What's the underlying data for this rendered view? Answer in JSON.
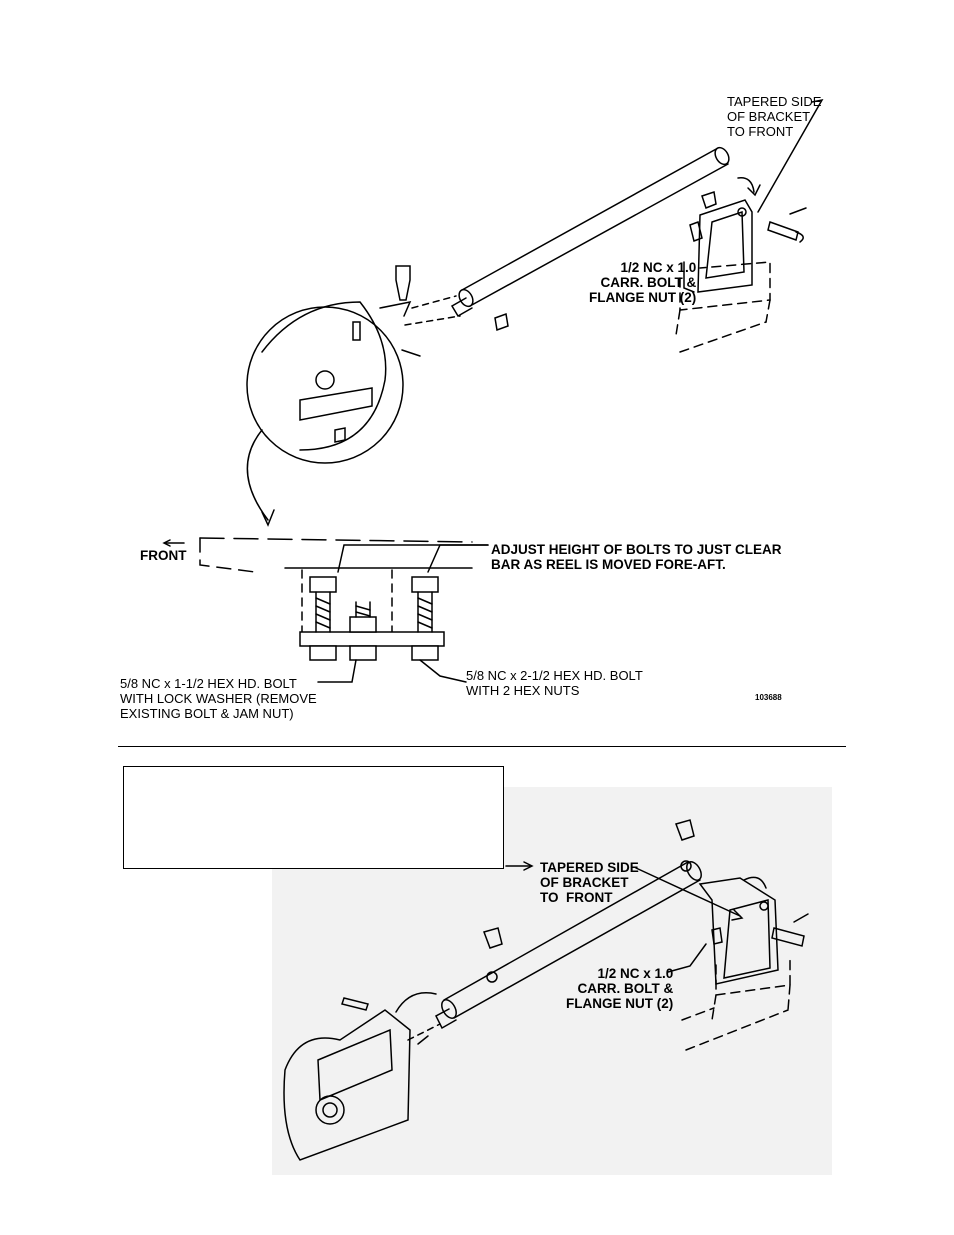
{
  "upper_figure": {
    "tapered_side": "TAPERED SIDE\nOF BRACKET\nTO FRONT",
    "carr_bolt": "1/2 NC x 1.0\nCARR. BOLT &\nFLANGE NUT (2)",
    "front": "FRONT",
    "adjust_height": "ADJUST HEIGHT OF BOLTS TO JUST CLEAR\nBAR AS REEL IS MOVED FORE-AFT.",
    "bolt_short": "5/8 NC x 1-1/2 HEX HD. BOLT\nWITH LOCK WASHER (REMOVE\nEXISTING BOLT & JAM NUT)",
    "bolt_long": "5/8 NC x 2-1/2 HEX HD. BOLT\nWITH 2 HEX NUTS",
    "part_number": "103688"
  },
  "lower_figure": {
    "tapered_side": "TAPERED SIDE\nOF BRACKET\nTO  FRONT",
    "carr_bolt": "1/2 NC x 1.0\nCARR. BOLT &\nFLANGE NUT (2)"
  },
  "colors": {
    "ink": "#000000",
    "shade": "#f2f2f2",
    "paper": "#ffffff"
  }
}
